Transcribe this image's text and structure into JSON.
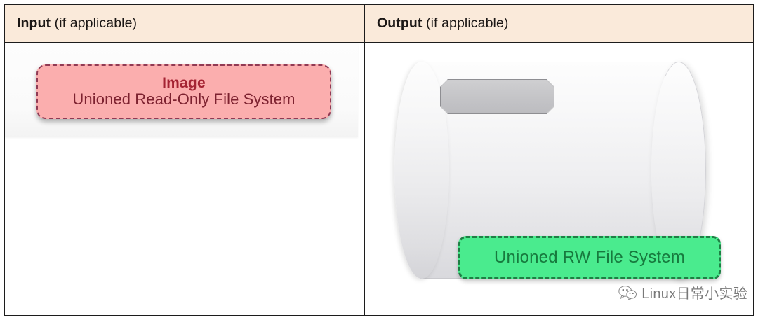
{
  "table": {
    "columns": [
      {
        "header_strong": "Input",
        "header_light": " (if applicable)",
        "name": "input-column"
      },
      {
        "header_strong": "Output",
        "header_light": " (if applicable)",
        "name": "output-column"
      }
    ]
  },
  "input": {
    "image_box": {
      "title": "Image",
      "subtitle": "Unioned Read-Only File System",
      "fill_color": "#fbaeae",
      "border_color": "#913a54",
      "title_color": "#a42333",
      "subtitle_color": "#7d2230"
    }
  },
  "output": {
    "container_icon": "cylinder-icon",
    "plate_icon": "beveled-plate-icon",
    "rw_box": {
      "label": "Unioned RW File System",
      "fill_color": "#4aeb8e",
      "border_color": "#1e7f44",
      "text_color": "#177a3e"
    }
  },
  "watermark": {
    "icon": "wechat-icon",
    "text": "Linux日常小实验"
  },
  "colors": {
    "header_background": "#faeada",
    "table_border": "#1c1c1c",
    "cylinder_light": "#fdfdfd",
    "cylinder_dark": "#d9d9dd",
    "plate_gray": "#c6c6c8"
  }
}
